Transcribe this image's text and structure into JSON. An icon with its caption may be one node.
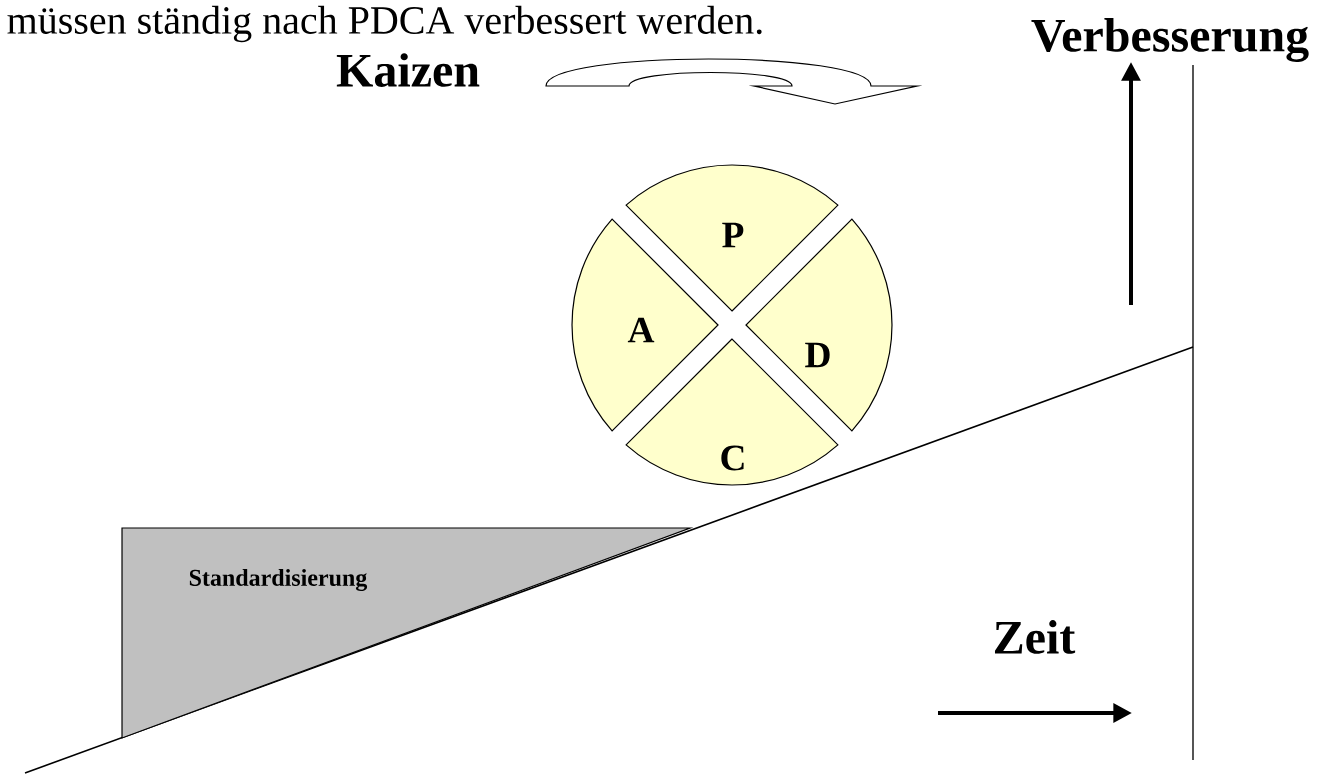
{
  "diagram": {
    "nodes": [
      {
        "text": [
          "P"
        ]
      },
      {
        "text": [
          "A"
        ]
      },
      {
        "text": [
          "D"
        ]
      },
      {
        "text": [
          "C"
        ]
      },
      {
        "text": [
          "Standardisierung"
        ]
      }
    ],
    "labels": [
      "müssen ständig nach PDCA verbessert werden.",
      "Kaizen",
      "Verbesserung",
      "Zeit"
    ]
  }
}
